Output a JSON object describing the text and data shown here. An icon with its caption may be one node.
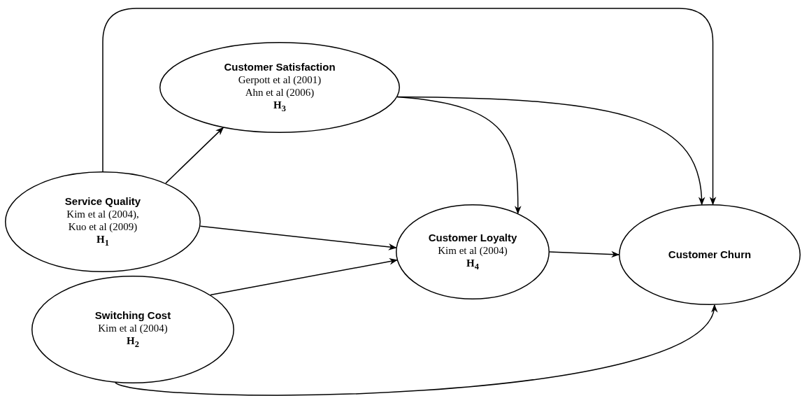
{
  "diagram": {
    "nodes": [
      {
        "text": [
          "Customer Satisfaction",
          "Gerpott et al (2001)",
          "Ahn et al (2006)",
          "H$_{3}$"
        ]
      },
      {
        "text": [
          "Service Quality",
          "Kim et al (2004),",
          "Kuo et al (2009)",
          "H$_{1}$"
        ]
      },
      {
        "text": [
          "Customer Loyalty",
          "Kim et al (2004)",
          "H$_{4}$"
        ]
      },
      {
        "text": [
          "Customer Churn"
        ]
      },
      {
        "text": [
          "Switching Cost",
          "Kim et al (2004)",
          "H$_{2}$"
        ]
      }
    ],
    "edges": [
      {
        "from": 1,
        "to": 3,
        "arrow": "to"
      },
      {
        "from": 1,
        "to": 0,
        "arrow": "to"
      },
      {
        "from": 1,
        "to": 2,
        "arrow": "to"
      },
      {
        "from": 4,
        "to": 2,
        "arrow": "to"
      },
      {
        "from": 0,
        "to": 2,
        "arrow": "to"
      },
      {
        "from": 0,
        "to": 3,
        "arrow": "to"
      },
      {
        "from": 2,
        "to": 3,
        "arrow": "to"
      },
      {
        "from": 4,
        "to": 3,
        "arrow": "to"
      }
    ]
  }
}
